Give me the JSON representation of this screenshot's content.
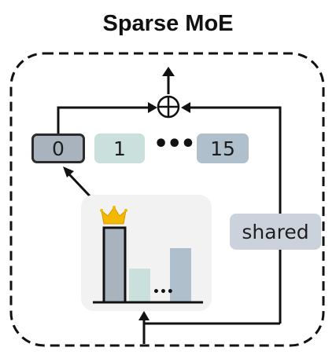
{
  "title": "Sparse MoE",
  "experts": [
    {
      "label": "0",
      "selected": true,
      "color": "#a9b3bd"
    },
    {
      "label": "1",
      "selected": false,
      "color": "#c9e0dc"
    },
    {
      "label": "15",
      "selected": false,
      "color": "#b0bfcc"
    }
  ],
  "ellipsis": "•••",
  "shared_label": "shared",
  "router": {
    "bar_colors": [
      "#a9b3bd",
      "#c9e0dc",
      "#b0bfcc"
    ],
    "bar_ellipsis": "•••",
    "top_choice_icon": "crown-icon"
  },
  "sum_icon": "circled-plus-icon",
  "colors": {
    "frame": "#111111",
    "panel": "#f2f2f2",
    "crown": "#f5b800"
  }
}
